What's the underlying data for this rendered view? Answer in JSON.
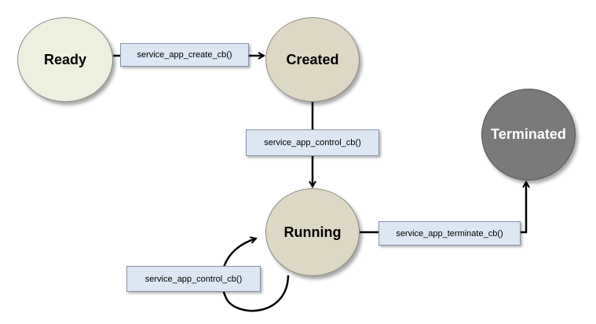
{
  "states": {
    "ready": "Ready",
    "created": "Created",
    "running": "Running",
    "terminated": "Terminated"
  },
  "transitions": {
    "create": "service_app_create_cb()",
    "control": "service_app_control_cb()",
    "terminate": "service_app_terminate_cb()",
    "control_loop": "service_app_control_cb()"
  }
}
